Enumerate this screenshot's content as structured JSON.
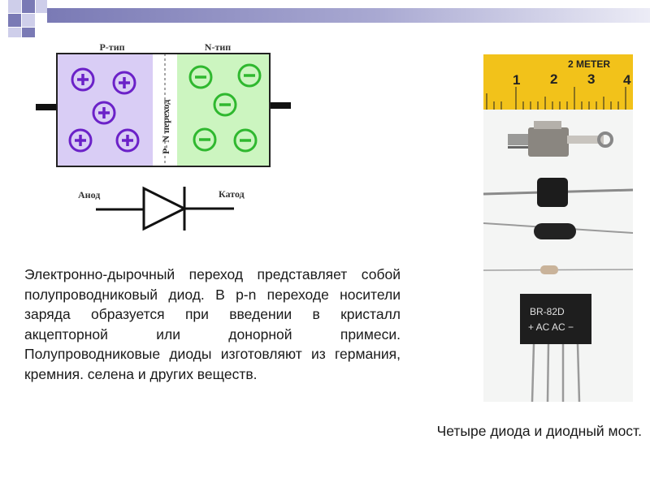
{
  "colors": {
    "bar_dark": "#7a7ab5",
    "bar_light": "#d8d8ec",
    "p_region": "#d9cdf5",
    "n_region": "#ccf5c0",
    "plus": "#6b21c8",
    "minus": "#2fb82f"
  },
  "diagram": {
    "p_label": "P-тип",
    "n_label": "N-тип",
    "junction_label": "P- N переход",
    "anode_label": "Анод",
    "cathode_label": "Катод",
    "holes_symbol": "+",
    "electrons_symbol": "−"
  },
  "description": "Электронно-дырочный переход представляет собой полупроводниковый диод. В p-n переходе носители заряда образуется при введении в кристалл акцепторной или донорной примеси. Полупроводниковые диоды изготовляют из германия, кремния. селена и других веществ.",
  "photo": {
    "ruler_title": "2 METER",
    "ruler_numbers": [
      "1",
      "2",
      "3",
      "4"
    ],
    "bridge_line1": "BR-82D",
    "bridge_line2": "+ AC AC −"
  },
  "caption": "Четыре диода и диодный мост."
}
